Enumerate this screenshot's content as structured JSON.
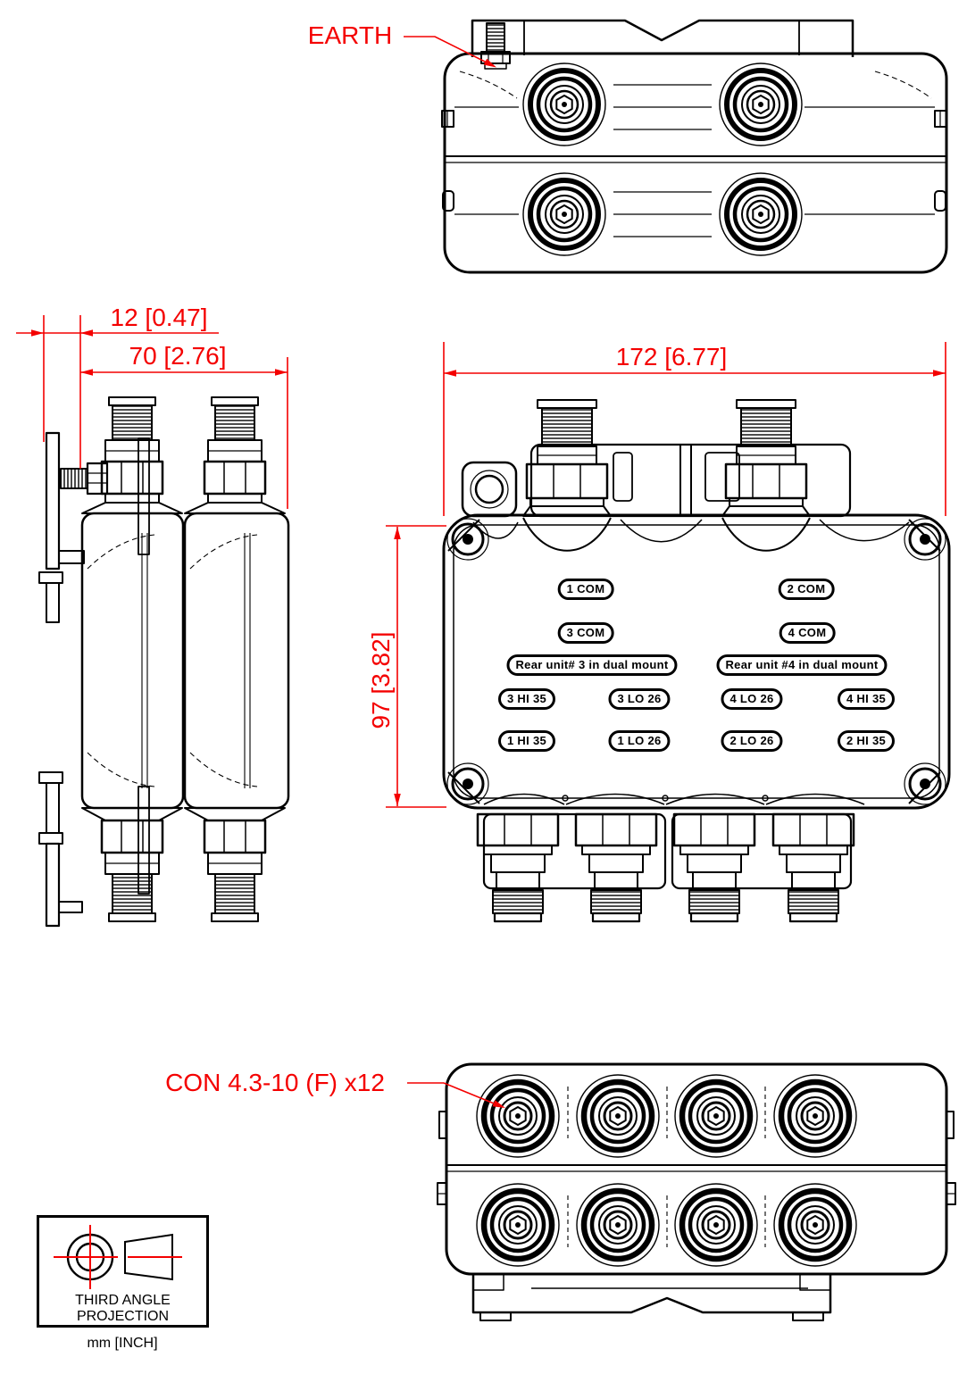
{
  "callouts": {
    "earth": "EARTH",
    "connector": "CON 4.3-10 (F) x12"
  },
  "dimensions": {
    "bracket_offset": "12 [0.47]",
    "side_width": "70 [2.76]",
    "front_width": "172 [6.77]",
    "front_height": "97 [3.82]"
  },
  "port_labels": {
    "com1": "1 COM",
    "com2": "2 COM",
    "com3": "3 COM",
    "com4": "4 COM",
    "rear3": "Rear unit# 3 in dual mount",
    "rear4": "Rear unit #4 in dual mount",
    "hi3": "3 HI 35",
    "lo3": "3 LO 26",
    "lo4": "4 LO 26",
    "hi4": "4 HI 35",
    "hi1": "1 HI 35",
    "lo1": "1 LO 26",
    "lo2": "2 LO 26",
    "hi2": "2 HI 35"
  },
  "projection_note": {
    "line1": "THIRD ANGLE",
    "line2": "PROJECTION",
    "units": "mm [INCH]"
  },
  "colors": {
    "dimension_red": "#f40000",
    "line_black": "#000000"
  }
}
